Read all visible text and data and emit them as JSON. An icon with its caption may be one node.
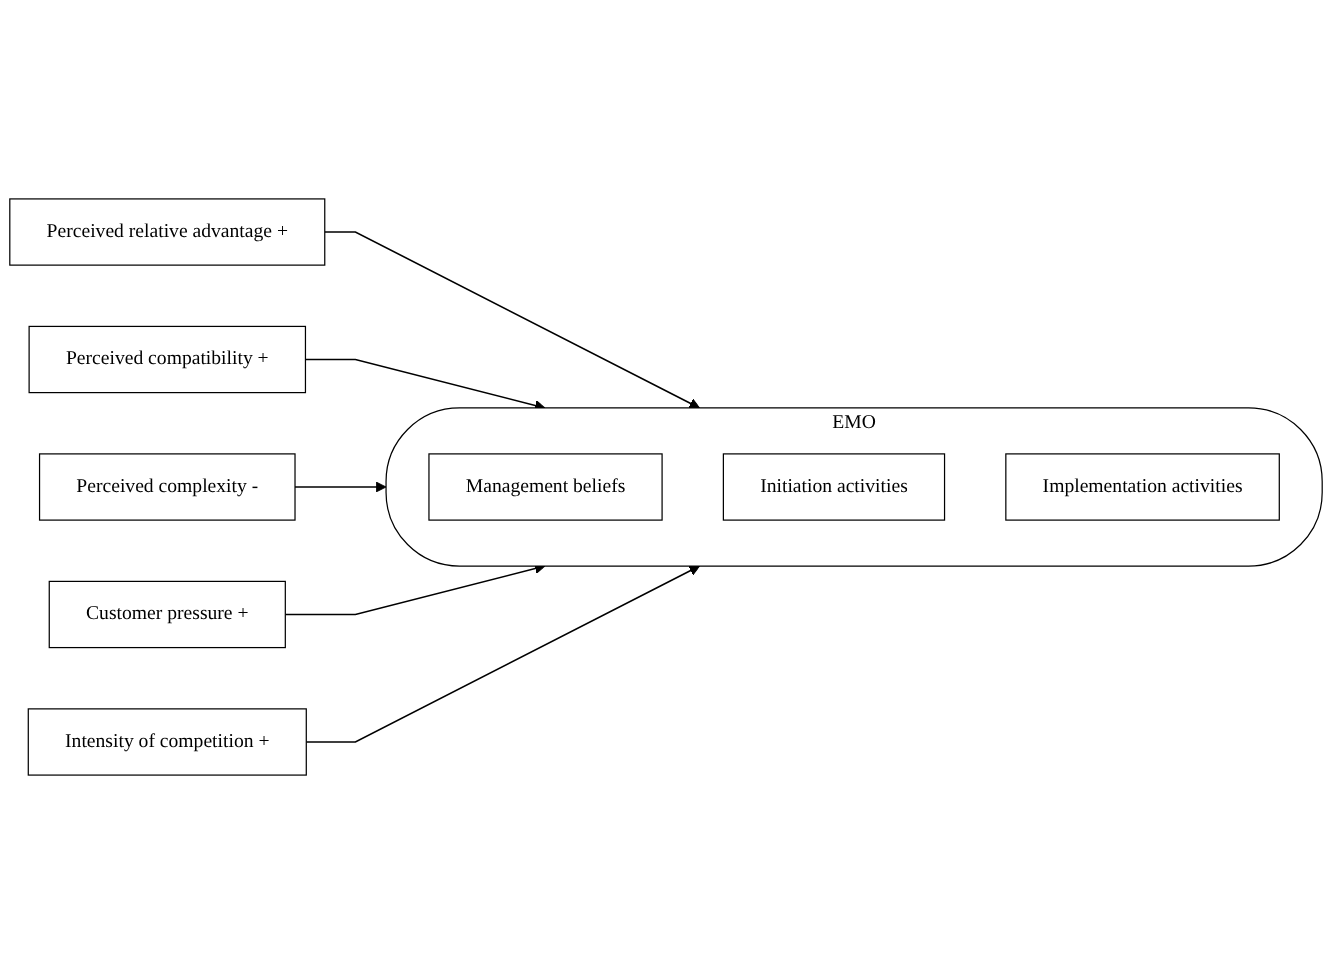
{
  "diagram": {
    "nodes": [
      {
        "text": [
          "Perceived relative advantage +"
        ]
      },
      {
        "text": [
          "Perceived compatibility +"
        ]
      },
      {
        "text": [
          "EMO"
        ]
      },
      {
        "text": [
          "Management beliefs"
        ],
        "in": 2
      },
      {
        "text": [
          "Initiation activities"
        ],
        "in": 2
      },
      {
        "text": [
          "Implementation activities"
        ],
        "in": 2
      },
      {
        "text": [
          "Perceived complexity -"
        ]
      },
      {
        "text": [
          "Customer pressure +"
        ]
      },
      {
        "text": [
          "Intensity of competition +"
        ]
      }
    ],
    "edges": [
      {
        "from": 0,
        "to": 2,
        "arrow": "to"
      },
      {
        "from": 1,
        "to": 2,
        "arrow": "to"
      },
      {
        "from": 6,
        "to": 2,
        "arrow": "to"
      },
      {
        "from": 7,
        "to": 2,
        "arrow": "to"
      },
      {
        "from": 8,
        "to": 2,
        "arrow": "to"
      }
    ]
  }
}
